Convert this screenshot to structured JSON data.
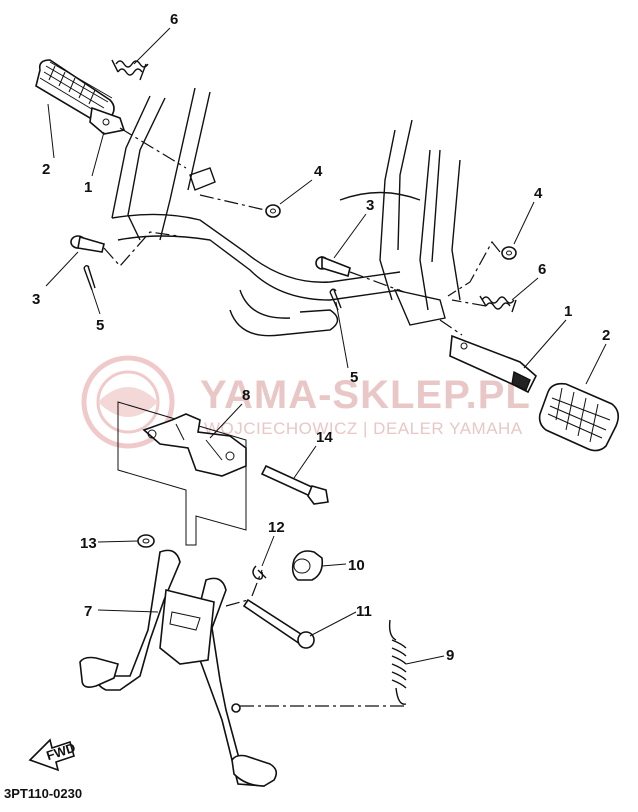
{
  "diagram": {
    "code": "3PT110-0230",
    "fwd_label": "FWD",
    "watermark": {
      "title": "YAMA-SKLEP.PL",
      "subtitle": "WOJCIECHOWICZ | DEALER YAMAHA"
    },
    "callouts": [
      {
        "id": "c6a",
        "text": "6"
      },
      {
        "id": "c2a",
        "text": "2"
      },
      {
        "id": "c1a",
        "text": "1"
      },
      {
        "id": "c4a",
        "text": "4"
      },
      {
        "id": "c3a",
        "text": "3"
      },
      {
        "id": "c5a",
        "text": "5"
      },
      {
        "id": "c3b",
        "text": "3"
      },
      {
        "id": "c4b",
        "text": "4"
      },
      {
        "id": "c6b",
        "text": "6"
      },
      {
        "id": "c5b",
        "text": "5"
      },
      {
        "id": "c1b",
        "text": "1"
      },
      {
        "id": "c2b",
        "text": "2"
      },
      {
        "id": "c8",
        "text": "8"
      },
      {
        "id": "c14",
        "text": "14"
      },
      {
        "id": "c13",
        "text": "13"
      },
      {
        "id": "c12",
        "text": "12"
      },
      {
        "id": "c10",
        "text": "10"
      },
      {
        "id": "c7",
        "text": "7"
      },
      {
        "id": "c11",
        "text": "11"
      },
      {
        "id": "c9",
        "text": "9"
      }
    ]
  }
}
